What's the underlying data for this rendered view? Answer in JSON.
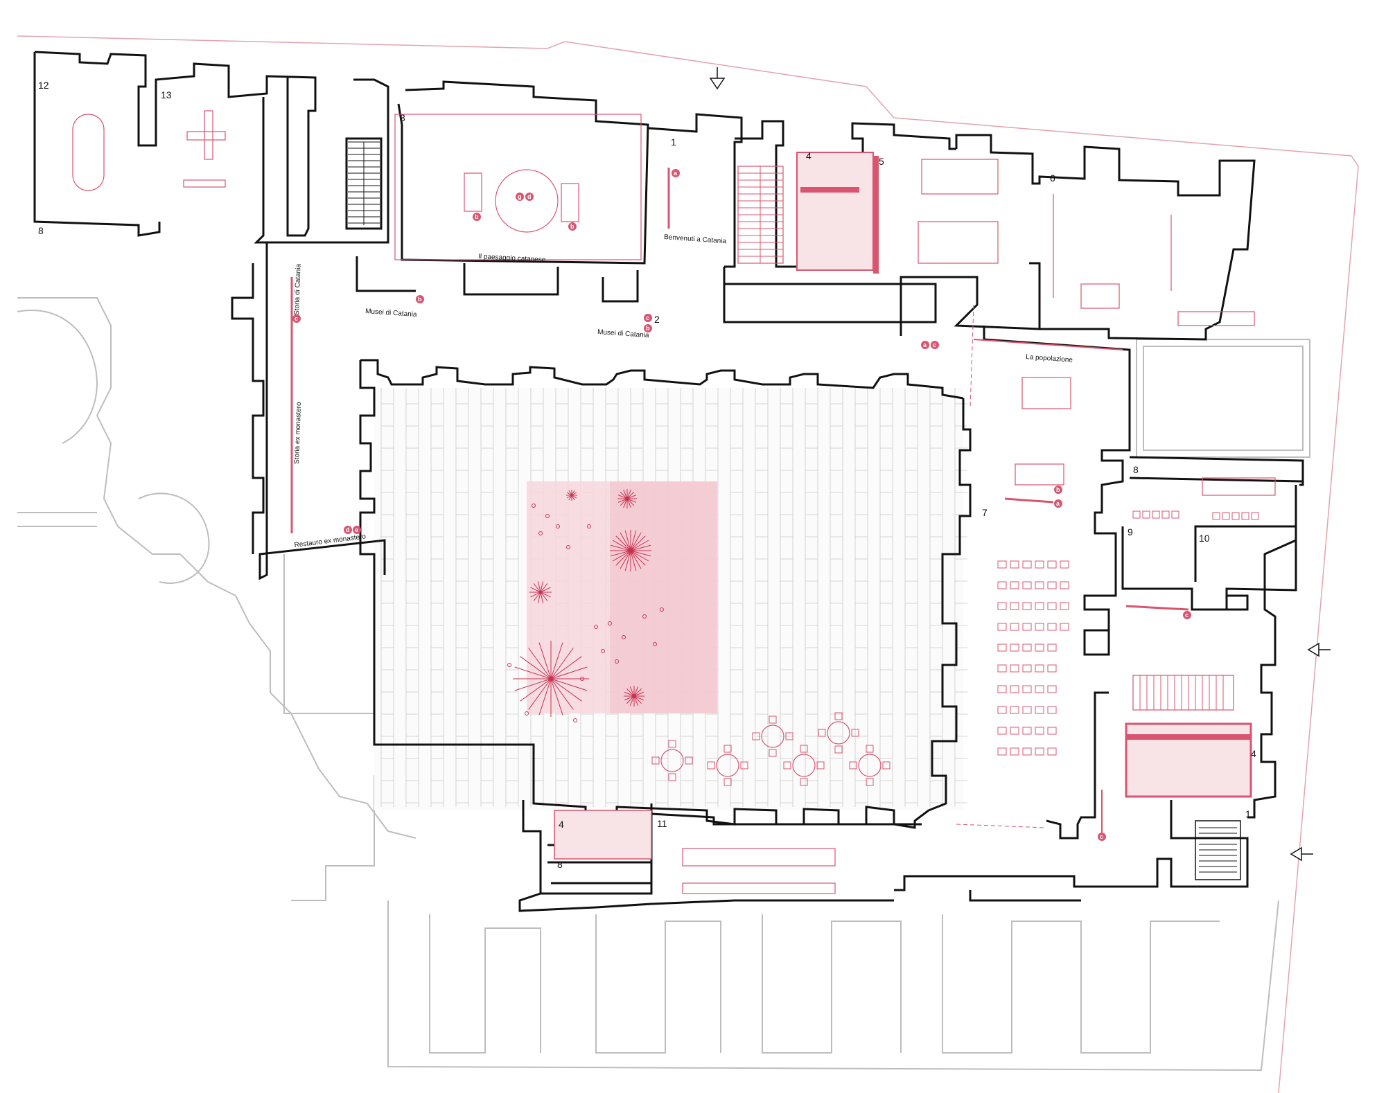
{
  "drawing": {
    "colors": {
      "wall": "#111111",
      "context": "#bdbdbd",
      "accent": "#d9546f",
      "paving": "#c9c9c9",
      "garden_fill": "#f6d6dc"
    },
    "room_numbers": [
      {
        "id": "room-12",
        "text": "12"
      },
      {
        "id": "room-13",
        "text": "13"
      },
      {
        "id": "room-8-nw",
        "text": "8"
      },
      {
        "id": "room-3",
        "text": "3"
      },
      {
        "id": "room-1-n",
        "text": "1"
      },
      {
        "id": "room-4-n",
        "text": "4"
      },
      {
        "id": "room-5",
        "text": "5"
      },
      {
        "id": "room-6",
        "text": "6"
      },
      {
        "id": "room-2",
        "text": "2"
      },
      {
        "id": "room-7",
        "text": "7"
      },
      {
        "id": "room-8-e",
        "text": "8"
      },
      {
        "id": "room-9",
        "text": "9"
      },
      {
        "id": "room-10",
        "text": "10"
      },
      {
        "id": "room-4-se",
        "text": "4"
      },
      {
        "id": "room-1-se",
        "text": "1"
      },
      {
        "id": "room-4-s",
        "text": "4"
      },
      {
        "id": "room-8-s",
        "text": "8"
      },
      {
        "id": "room-11",
        "text": "11"
      }
    ],
    "labels": {
      "paesaggio": "Il paesaggio catanese",
      "benvenuti": "Benvenuti a Catania",
      "musei_1": "Musei di Catania",
      "musei_2": "Musei di Catania",
      "storia": "Storia di Catania",
      "storia_monastero": "Storia ex monastero",
      "restauro": "Restauro ex monastero",
      "popolazione": "La popolazione"
    },
    "markers": {
      "a": "a",
      "b": "b",
      "c": "c",
      "d": "d",
      "e": "e",
      "g": "g"
    },
    "entrance_arrows": [
      "north-entrance",
      "east-entrance-upper",
      "east-entrance-lower"
    ]
  }
}
